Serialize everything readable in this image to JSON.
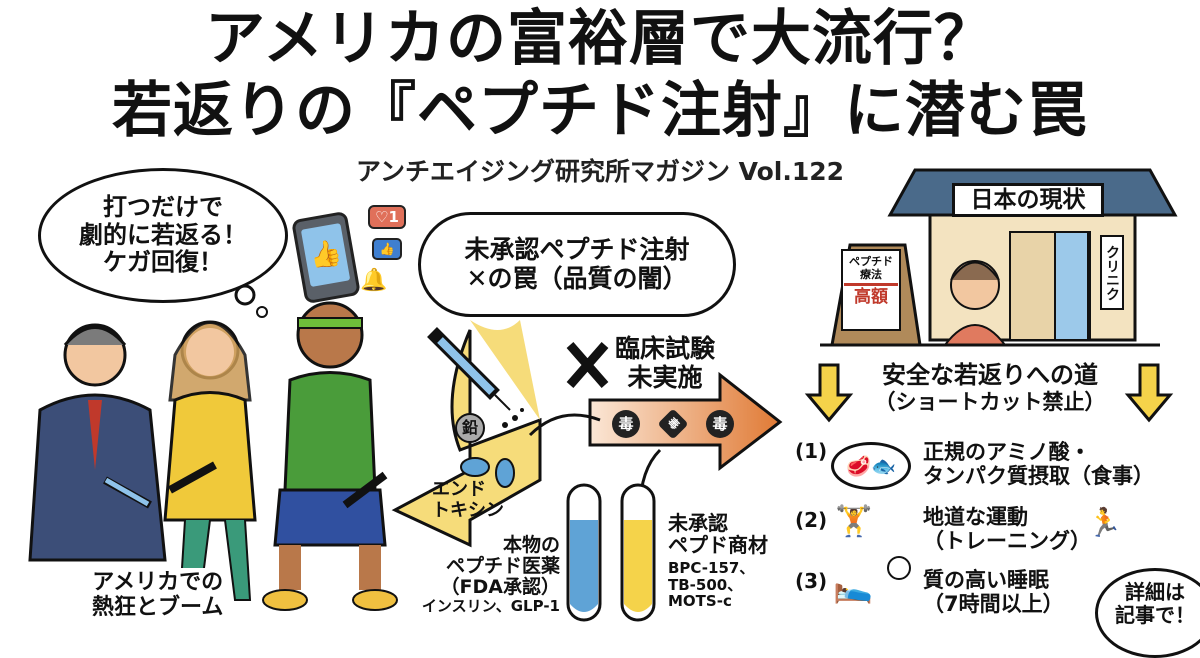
{
  "title": {
    "line1": "アメリカの富裕層で大流行？",
    "line2": "若返りの『ペプチド注射』に潜む罠"
  },
  "subtitle": "アンチエイジング研究所マガジン Vol.122",
  "left": {
    "bubble_lines": [
      "打つだけで",
      "劇的に若返る！",
      "ケガ回復！"
    ],
    "notification_count": "1",
    "caption_lines": [
      "アメリカでの",
      "熱狂とブーム"
    ]
  },
  "center": {
    "bubble_lines": [
      "未承認ペプチド注射",
      "の罠（品質の闇）"
    ],
    "clinical_lines": [
      "臨床試験",
      "未実施"
    ],
    "toxin_label": "毒",
    "lead_label": "鉛",
    "endotoxin_lines": [
      "エンド",
      "トキシン"
    ],
    "genuine_lines": [
      "本物の",
      "ペプチド医薬",
      "（FDA承認）",
      "インスリン、GLP-1"
    ],
    "unapproved_lines": [
      "未承認",
      "ペプド商材",
      "BPC-157、",
      "TB-500、",
      "MOTS-c"
    ]
  },
  "right": {
    "clinic_sign": "日本の現状",
    "clinic_label": "クリニク",
    "board_lines": [
      "ペプチド",
      "療法",
      "高額"
    ],
    "path_lines": [
      "安全な若返りへの道",
      "（ショートカット禁止）"
    ],
    "steps": [
      {
        "num": "(1)",
        "lines": [
          "正規のアミノ酸・",
          "タンパク質摂取（食事）"
        ]
      },
      {
        "num": "(2)",
        "lines": [
          "地道な運動",
          "（トレーニング）"
        ]
      },
      {
        "num": "(3)",
        "lines": [
          "質の高い睡眠",
          "（7時間以上）"
        ]
      }
    ],
    "cta_lines": [
      "詳細は",
      "記事で！"
    ]
  },
  "colors": {
    "yellow": "#f5d34a",
    "orange": "#e07a35",
    "blue": "#5fa3d6",
    "red": "#c0392b"
  }
}
